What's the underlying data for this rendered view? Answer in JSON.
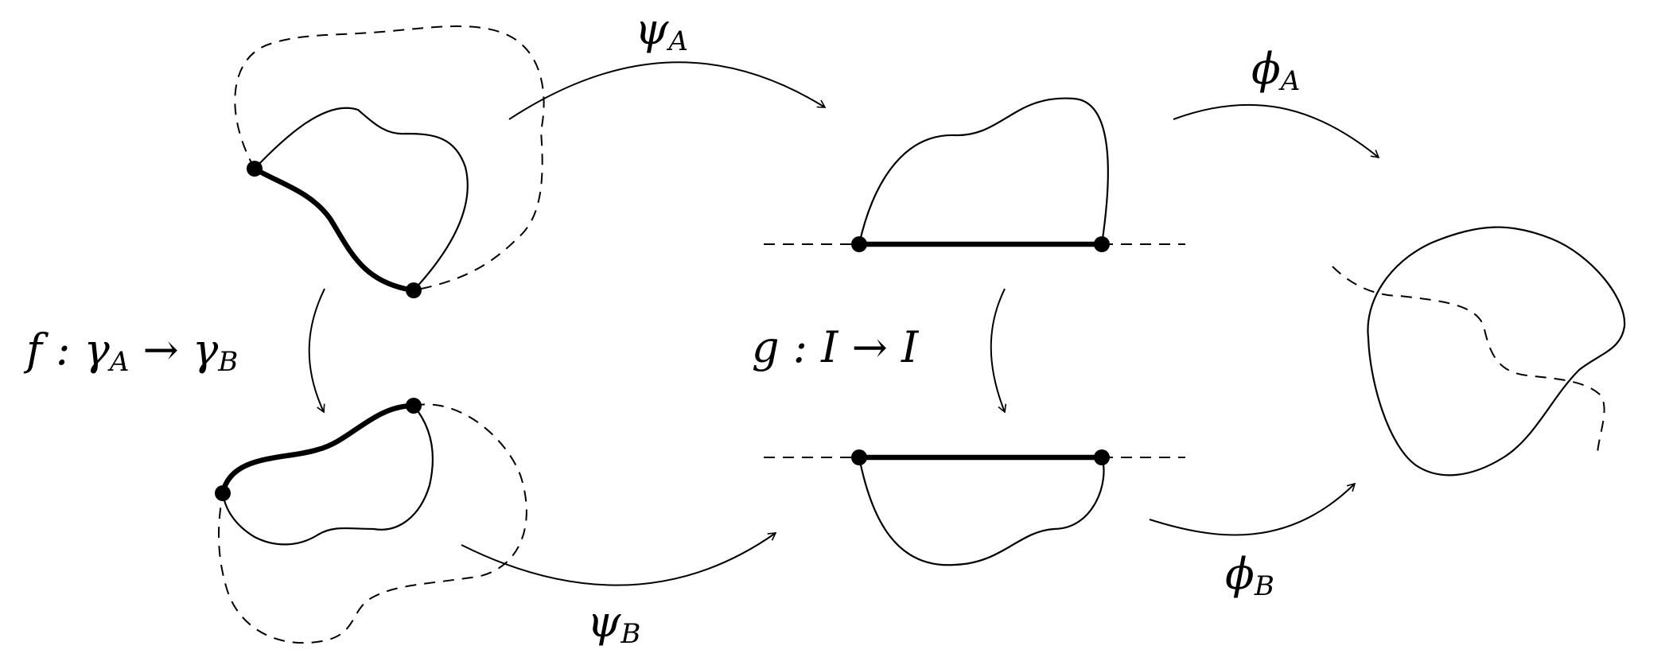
{
  "labels": {
    "psi_a": {
      "main": "ψ",
      "sub": "A"
    },
    "psi_b": {
      "main": "ψ",
      "sub": "B"
    },
    "phi_a": {
      "main": "ϕ",
      "sub": "A"
    },
    "phi_b": {
      "main": "ϕ",
      "sub": "B"
    },
    "f_map": {
      "f": "f",
      "colon": " : ",
      "g1": "γ",
      "s1": "A",
      "arrow": " → ",
      "g2": "γ",
      "s2": "B"
    },
    "g_map": {
      "text": "g : I → I"
    }
  }
}
